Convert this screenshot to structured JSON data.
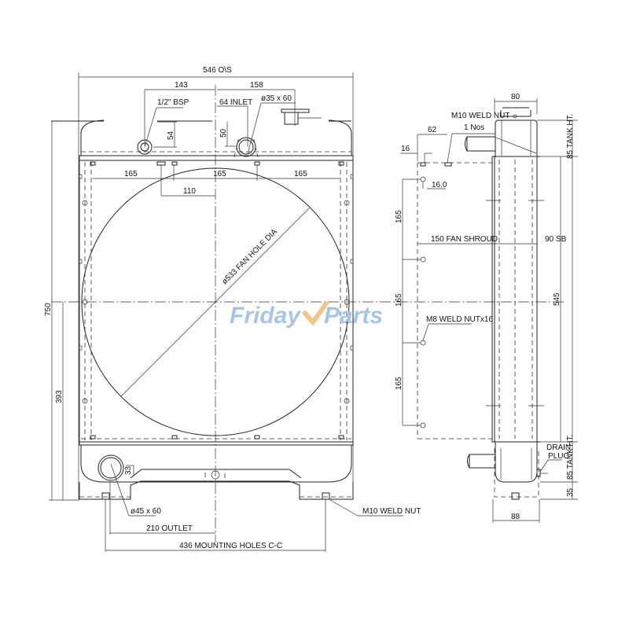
{
  "drawing": {
    "subject": "Radiator dimensional drawing",
    "units": "mm",
    "colors": {
      "line": "#222222",
      "watermark_blue": "#a9c4e4",
      "watermark_orange": "#f5c48a"
    }
  },
  "watermark": {
    "part1": "Friday",
    "part2": "Parts"
  },
  "front_view": {
    "overall_width": "546 O\\S",
    "overall_height": "750",
    "lower_height": "393",
    "top_left_offset": "143",
    "top_right_offset": "158",
    "bsp_label": "1/2\" BSP",
    "bsp_height": "54",
    "inlet_label": "64 INLET",
    "inlet_size": "ø35 x 60",
    "inlet_height": "50",
    "bolt_spacing_left": "165",
    "bolt_spacing_center": "165",
    "bolt_spacing_right": "165",
    "offset_110": "110",
    "fan_hole": "ø533 FAN HOLE DIA",
    "outlet_size": "ø45 x 60",
    "outlet_height": "33",
    "outlet_offset": "210 OUTLET",
    "mounting_holes": "436 MOUNTING HOLES C-C",
    "bottom_nut": "M10 WELD NUT"
  },
  "side_view": {
    "top_width": "80",
    "weld_nut_top": "M10 WELD NUT",
    "weld_nut_qty": "1 Nos",
    "offset_62": "62",
    "offset_16": "16",
    "offset_16_0": "16.0",
    "top_tank_ht": "85 TANK HT.",
    "spacing_1": "165",
    "spacing_2": "165",
    "spacing_3": "165",
    "fan_shroud": "150 FAN SHROUD",
    "sb": "90 SB",
    "core_height": "545",
    "weld_nut_m8": "M8 WELD NUTx16",
    "drain_plug_1": "DRAIN",
    "drain_plug_2": "PLUG",
    "bottom_tank_ht": "85 TANK HT.",
    "bottom_35": "35",
    "bottom_width": "88"
  }
}
